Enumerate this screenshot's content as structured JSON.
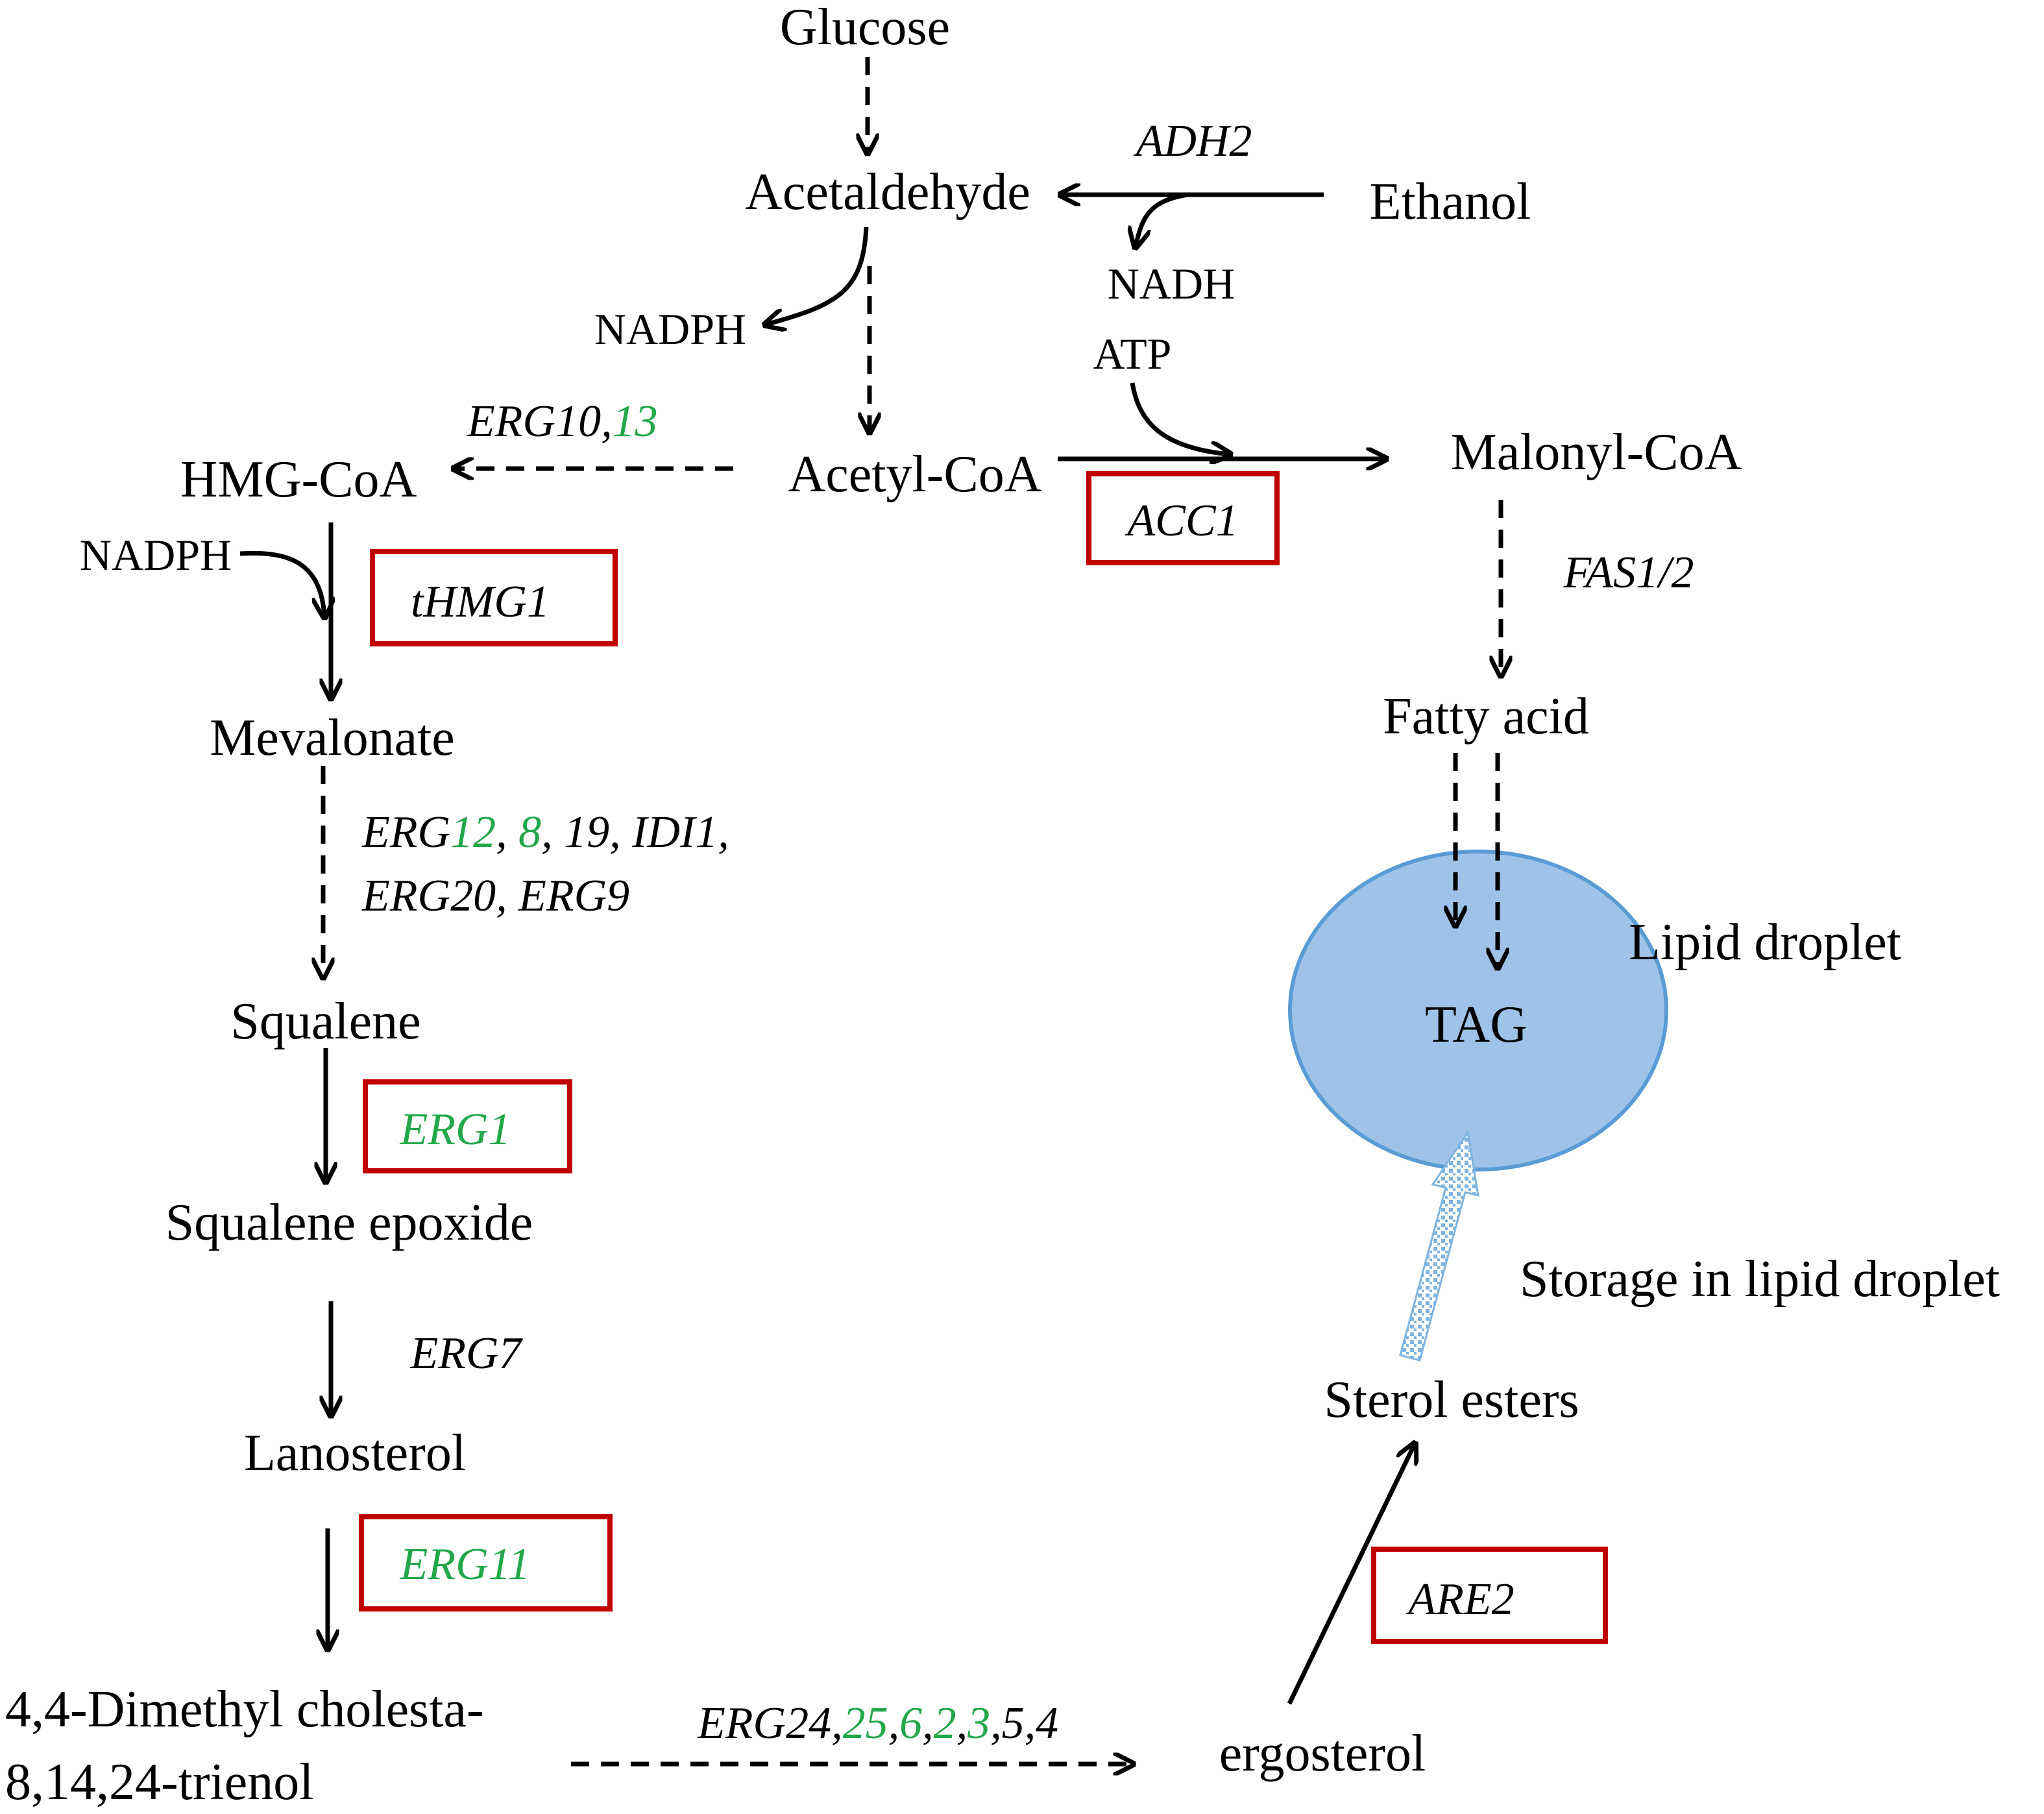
{
  "colors": {
    "text": "#000000",
    "highlight_gene": "#22a84a",
    "box_outline": "#c00000",
    "lipid_droplet_fill": "#9fc3e8",
    "lipid_droplet_stroke": "#5b9bd5",
    "storage_arrow": "#7fb4e0"
  },
  "metabolites": {
    "glucose": "Glucose",
    "acetaldehyde": "Acetaldehyde",
    "ethanol": "Ethanol",
    "acetyl_coa": "Acetyl-CoA",
    "malonyl_coa": "Malonyl-CoA",
    "hmg_coa": "HMG-CoA",
    "mevalonate": "Mevalonate",
    "squalene": "Squalene",
    "squalene_epoxide": "Squalene epoxide",
    "lanosterol": "Lanosterol",
    "dimethyl_line1": "4,4-Dimethyl cholesta-",
    "dimethyl_line2": "8,14,24-trienol",
    "ergosterol": "ergosterol",
    "sterol_esters": "Sterol esters",
    "fatty_acid": "Fatty acid",
    "tag": "TAG"
  },
  "cofactors": {
    "nadph_acetaldehyde": "NADPH",
    "nadh": "NADH",
    "atp": "ATP",
    "nadph_hmg": "NADPH"
  },
  "genes": {
    "adh2": "ADH2",
    "erg10_prefix": "ERG10,",
    "erg10_green": "13",
    "fas": "FAS1/2",
    "erg12_prefix": "ERG",
    "erg12_green1": "12",
    "erg12_sep1": ", ",
    "erg12_green2": "8",
    "erg12_rest": ", 19, IDI1,",
    "erg20_erg9": "ERG20, ERG9",
    "erg7": "ERG7",
    "erg24_prefix": "ERG24,",
    "erg24_g1": "25",
    "erg24_c1": ",",
    "erg24_g2": "6",
    "erg24_c2": ",",
    "erg24_g3": "2",
    "erg24_c3": ",",
    "erg24_g4": "3",
    "erg24_rest": ",5,4"
  },
  "boxed_genes": {
    "acc1": "ACC1",
    "thmg1": "tHMG1",
    "erg1": "ERG1",
    "erg11": "ERG11",
    "are2": "ARE2"
  },
  "labels": {
    "lipid_droplet": "Lipid droplet",
    "storage": "Storage in lipid droplet"
  }
}
